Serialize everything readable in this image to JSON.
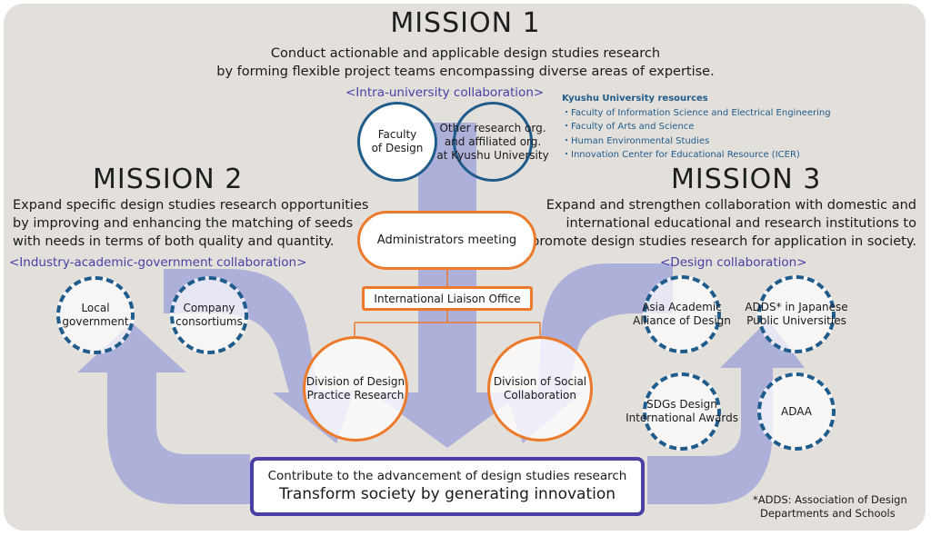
{
  "mission1": {
    "title": "MISSION 1",
    "line1": "Conduct actionable and applicable design studies research",
    "line2": "by forming flexible project teams encompassing diverse areas of expertise.",
    "collab": "<Intra-university collaboration>"
  },
  "mission2": {
    "title": "MISSION 2",
    "line1": "Expand specific design studies research opportunities",
    "line2": "by improving and enhancing the matching of seeds",
    "line3": "with needs in terms of both quality and quantity.",
    "collab": "<Industry-academic-government collaboration>"
  },
  "mission3": {
    "title": "MISSION 3",
    "line1": "Expand and strengthen collaboration with domestic and",
    "line2": "international educational and research institutions to",
    "line3": "promote design studies research for application in society.",
    "collab": "<Design collaboration>"
  },
  "resources": {
    "heading": "Kyushu University resources",
    "items": [
      "・Faculty of Information Science and Electrical Engineering",
      "・Faculty of Arts and Science",
      "・Human Environmental Studies",
      "・Innovation Center for Educational Resource (ICER)"
    ]
  },
  "circles": {
    "faculty": [
      "Faculty",
      "of Design"
    ],
    "other": [
      "Other research org.",
      "and affiliated org.",
      "at Kyushu University"
    ],
    "local": [
      "Local",
      "government"
    ],
    "company": [
      "Company",
      "consortiums"
    ],
    "design_div": [
      "Division of Design",
      "Practice Research"
    ],
    "social_div": [
      "Division of Social",
      "Collaboration"
    ],
    "asia": [
      "Asia Academic",
      "Alliance of Design"
    ],
    "adds": [
      "ADDS* in Japanese",
      "Public Universities"
    ],
    "sdgs": [
      "SDGs Design",
      "International Awards"
    ],
    "adaa": [
      "ADAA"
    ]
  },
  "boxes": {
    "admin": "Administrators meeting",
    "liaison": "International Liaison Office"
  },
  "bottom": {
    "line1": "Contribute to the advancement of design studies research",
    "line2": "Transform society by generating innovation"
  },
  "footnote": {
    "line1": "*ADDS: Association of Design",
    "line2": "Departments and Schools"
  },
  "colors": {
    "arrow": "#a3a8d8",
    "navy": "#1f5c8c",
    "orange": "#ec7a2a",
    "purple": "#4a3fa6",
    "panel": "#e3dfdb"
  }
}
